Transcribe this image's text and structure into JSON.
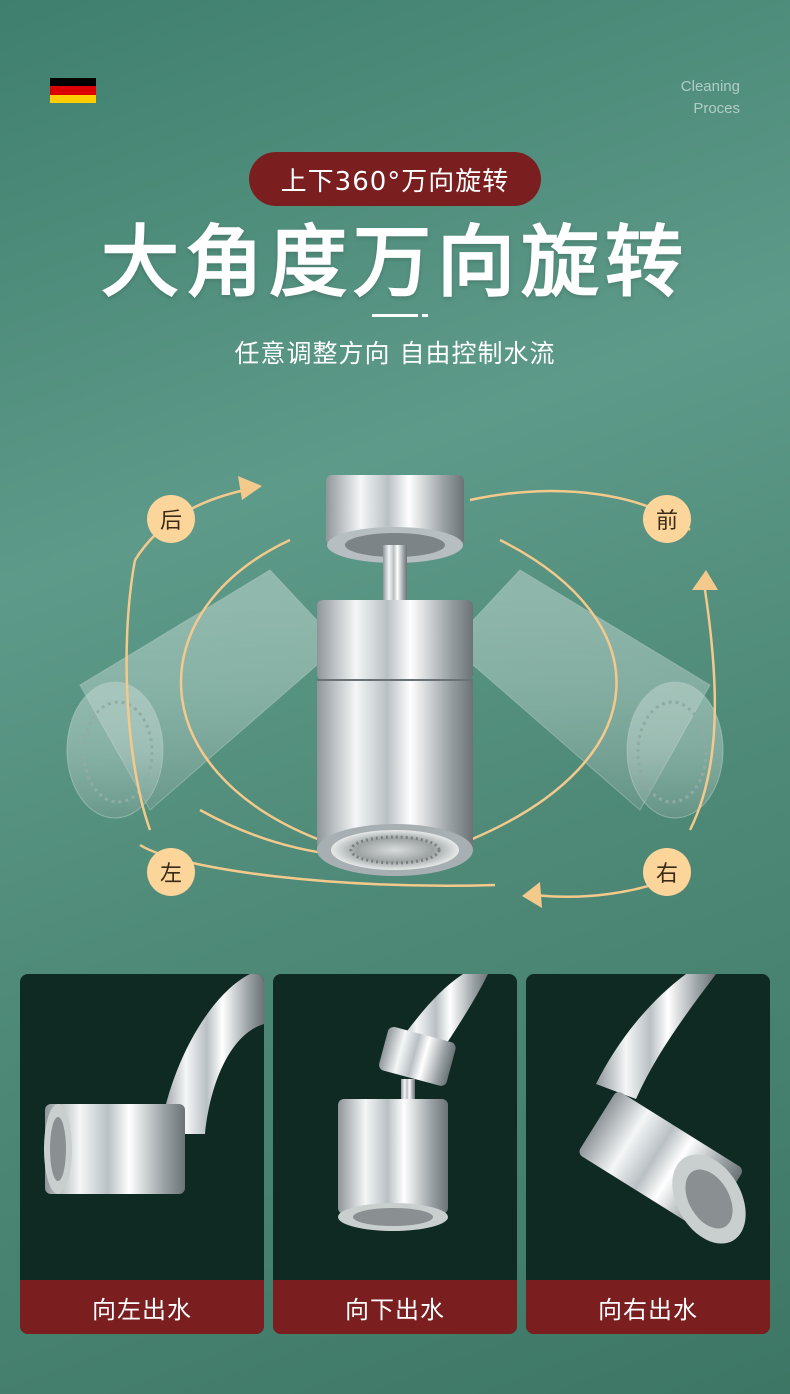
{
  "header": {
    "flag_icon": "germany-flag-icon",
    "process_line1": "Cleaning",
    "process_line2": "Proces"
  },
  "hero": {
    "pill_text": "上下360°万向旋转",
    "title": "大角度万向旋转",
    "subtitle": "任意调整方向 自由控制水流"
  },
  "directions": {
    "back": "后",
    "front": "前",
    "left": "左",
    "right": "右"
  },
  "panels": [
    {
      "label": "向左出水"
    },
    {
      "label": "向下出水"
    },
    {
      "label": "向右出水"
    }
  ],
  "colors": {
    "accent_red": "#7a1e20",
    "badge_peach": "#fbd59a",
    "background_green": "#4f8a78"
  }
}
